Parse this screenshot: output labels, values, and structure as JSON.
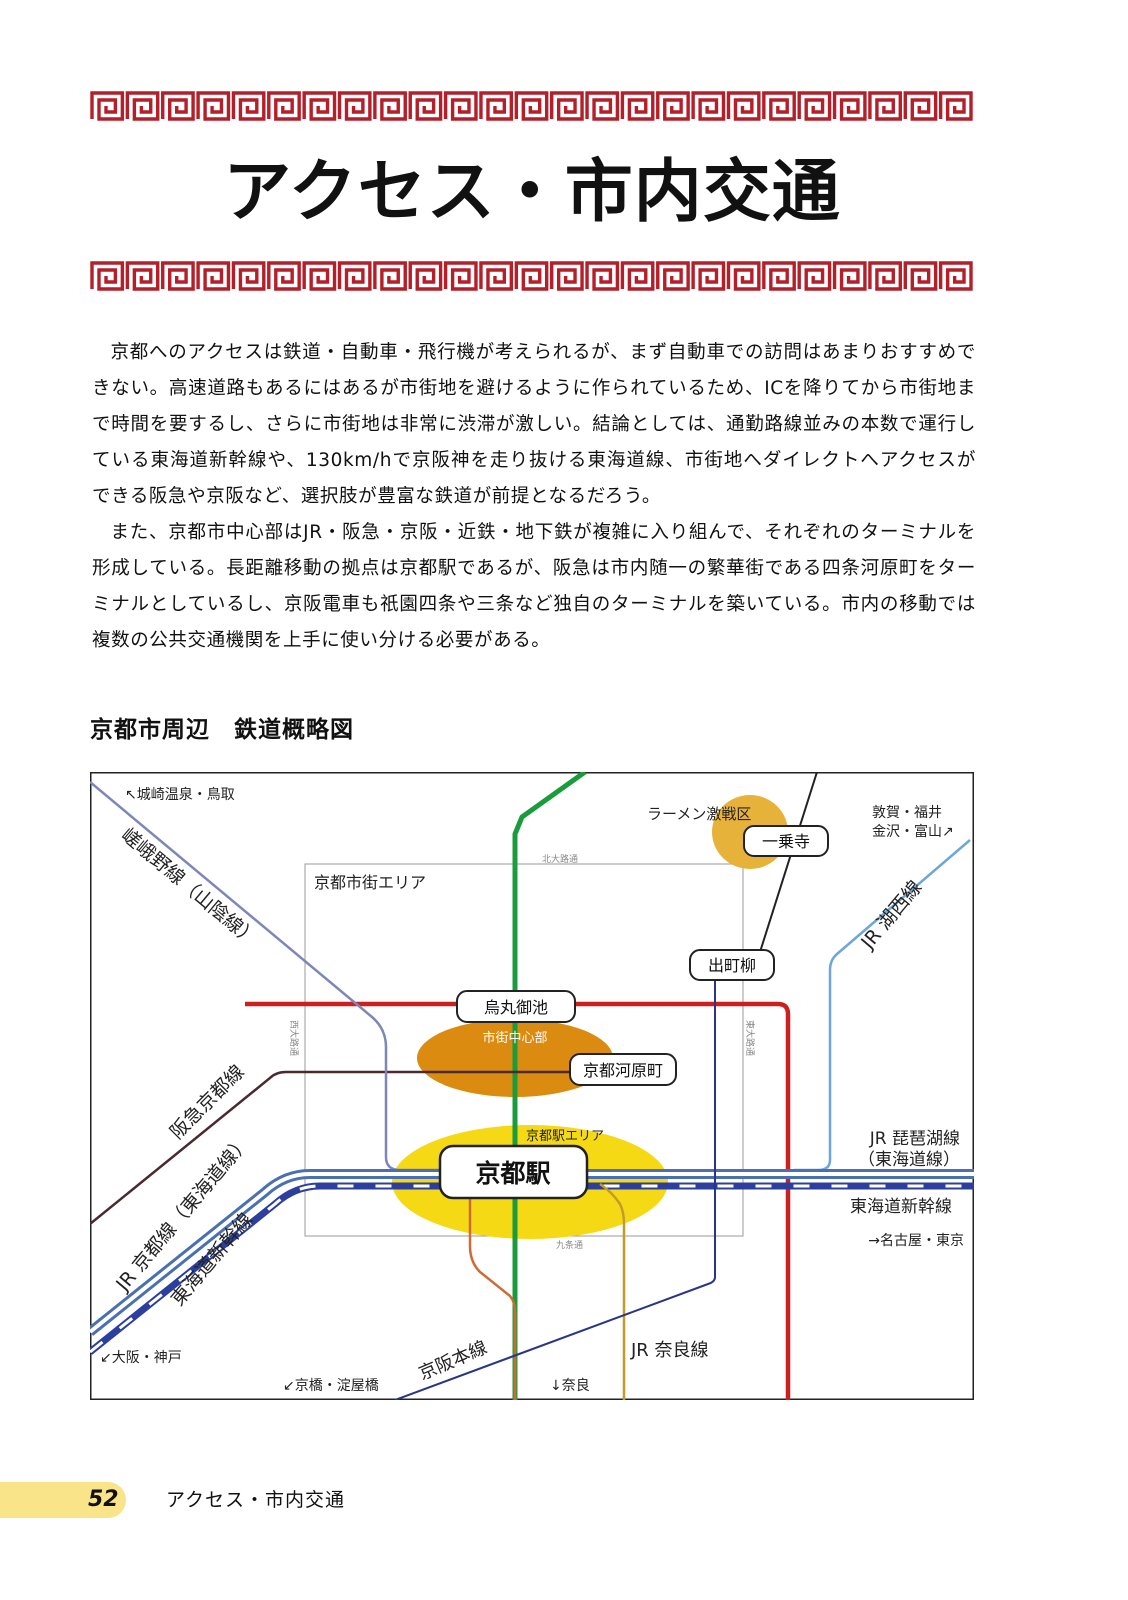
{
  "colors": {
    "fret": "#b41f2a",
    "accent_yellow": "#f9e48a",
    "line_green": "#1a9c3c",
    "line_red": "#cc1f1f",
    "line_navy": "#2a3585",
    "line_steel": "#7f86b8",
    "line_blue": "#4a6fb3",
    "line_shinkansen": "#2c3f9e",
    "line_skyblue": "#6da6d8",
    "line_brown": "#4a2a2e",
    "line_orange": "#cf6a33",
    "line_gold": "#c59a2b",
    "area_yellow": "#f5d915",
    "area_orange": "#db8b10",
    "area_ramen": "#e7b23a"
  },
  "page": {
    "title": "アクセス・市内交通",
    "paragraphs": [
      "京都へのアクセスは鉄道・自動車・飛行機が考えられるが、まず自動車での訪問はあまりおすすめできない。高速道路もあるにはあるが市街地を避けるように作られているため、ICを降りてから市街地まで時間を要するし、さらに市街地は非常に渋滞が激しい。結論としては、通勤路線並みの本数で運行している東海道新幹線や、130km/hで京阪神を走り抜ける東海道線、市街地へダイレクトへアクセスができる阪急や京阪など、選択肢が豊富な鉄道が前提となるだろう。",
      "また、京都市中心部はJR・阪急・京阪・近鉄・地下鉄が複雑に入り組んで、それぞれのターミナルを形成している。長距離移動の拠点は京都駅であるが、阪急は市内随一の繁華街である四条河原町をターミナルとしているし、京阪電車も祇園四条や三条など独自のターミナルを築いている。市内の移動では複数の公共交通機関を上手に使い分ける必要がある。"
    ],
    "map_heading": "京都市周辺　鉄道概略図"
  },
  "map": {
    "direction_kinosaki": "↖城崎温泉・鳥取",
    "ramen_area": "ラーメン激戦区",
    "direction_tsuruga_line1": "敦賀・福井",
    "direction_tsuruga_line2": "金沢・富山↗",
    "city_area": "京都市街エリア",
    "kitaoji_street": "北大路通",
    "nishioji_street": "西大路通",
    "higashioji_street": "東大路通",
    "kujo_street": "九条通",
    "center_area": "市街中心部",
    "station_area": "京都駅エリア",
    "line_sagano": "嵯峨野線（山陰線）",
    "line_kosei": "JR 湖西線",
    "line_hankyu": "阪急京都線",
    "line_jr_kyoto": "JR 京都線（東海道線）",
    "line_shinkansen_diag": "東海道新幹線",
    "line_biwako_1": "JR 琵琶湖線",
    "line_biwako_2": "（東海道線）",
    "line_shinkansen_right": "東海道新幹線",
    "direction_nagoya": "→名古屋・東京",
    "direction_osaka": "↙大阪・神戸",
    "direction_kyobashi": "↙京橋・淀屋橋",
    "direction_nara": "↓奈良",
    "line_keihan": "京阪本線",
    "line_nara": "JR 奈良線",
    "stations": {
      "ichijoji": "一乗寺",
      "demachiyanagi": "出町柳",
      "karasuma_oike": "烏丸御池",
      "kawaramachi": "京都河原町",
      "kyoto": "京都駅"
    }
  },
  "footer": {
    "page_number": "52",
    "section_title": "アクセス・市内交通"
  }
}
